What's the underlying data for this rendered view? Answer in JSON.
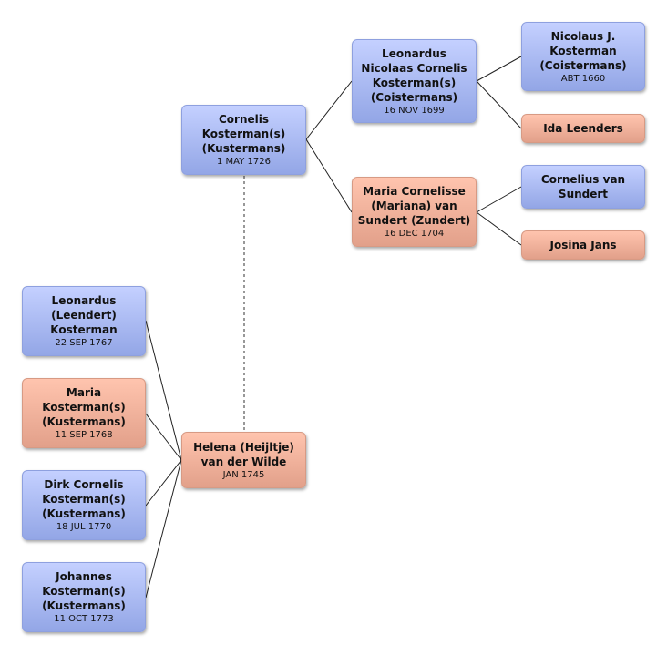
{
  "people": {
    "nicolaus": {
      "name": "Nicolaus J.\nKosterman\n(Coistermans)",
      "date": "ABT 1660"
    },
    "ida": {
      "name": "Ida Leenders",
      "date": ""
    },
    "cornelius_vs": {
      "name": "Cornelius van\nSundert",
      "date": ""
    },
    "josina": {
      "name": "Josina Jans",
      "date": ""
    },
    "leonardus_nc": {
      "name": "Leonardus\nNicolaas Cornelis\nKosterman(s)\n(Coistermans)",
      "date": "16 NOV 1699"
    },
    "maria_c": {
      "name": "Maria Cornelisse\n(Mariana) van\nSundert (Zundert)",
      "date": "16 DEC 1704"
    },
    "cornelis": {
      "name": "Cornelis\nKosterman(s)\n(Kustermans)",
      "date": "1 MAY 1726"
    },
    "helena": {
      "name": "Helena (Heijltje)\nvan der Wilde",
      "date": "JAN 1745"
    },
    "leonardus_l": {
      "name": "Leonardus\n(Leendert)\nKosterman",
      "date": "22 SEP 1767"
    },
    "maria_k": {
      "name": "Maria\nKosterman(s)\n(Kustermans)",
      "date": "11 SEP 1768"
    },
    "dirk": {
      "name": "Dirk Cornelis\nKosterman(s)\n(Kustermans)",
      "date": "18 JUL 1770"
    },
    "johannes": {
      "name": "Johannes\nKosterman(s)\n(Kustermans)",
      "date": "11 OCT 1773"
    }
  }
}
